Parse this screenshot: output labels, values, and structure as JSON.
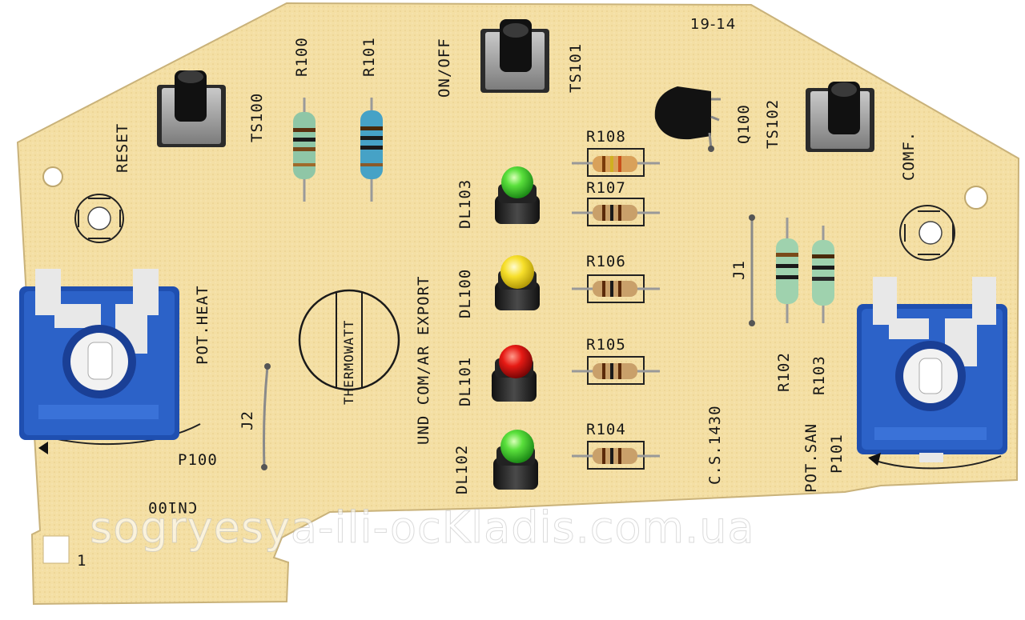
{
  "board": {
    "date_code": "19-14",
    "brand": "THERMOWATT",
    "variant": "UND COM/AR EXPORT",
    "part_number": "C.S.1430",
    "connector": "CN100",
    "pin1": "1"
  },
  "switches": [
    {
      "ref": "TS100",
      "function": "RESET"
    },
    {
      "ref": "TS101",
      "function": "ON/OFF"
    },
    {
      "ref": "TS102",
      "function": "COMF."
    }
  ],
  "potentiometers": [
    {
      "ref": "P100",
      "function": "POT.HEAT"
    },
    {
      "ref": "P101",
      "function": "POT.SAN"
    }
  ],
  "leds": [
    {
      "ref": "DL103",
      "color": "#49d23a"
    },
    {
      "ref": "DL100",
      "color": "#f2dc24"
    },
    {
      "ref": "DL101",
      "color": "#e01818"
    },
    {
      "ref": "DL102",
      "color": "#49d23a"
    }
  ],
  "resistors": [
    "R100",
    "R101",
    "R102",
    "R103",
    "R104",
    "R105",
    "R106",
    "R107",
    "R108"
  ],
  "jumpers": [
    "J1",
    "J2"
  ],
  "transistor": "Q100",
  "watermark": "sogryesya-ili-ocKladis.com.ua",
  "colors": {
    "board": "#f4dfa4",
    "pot_blue": "#1f4fb0",
    "silkscreen": "#161616"
  }
}
